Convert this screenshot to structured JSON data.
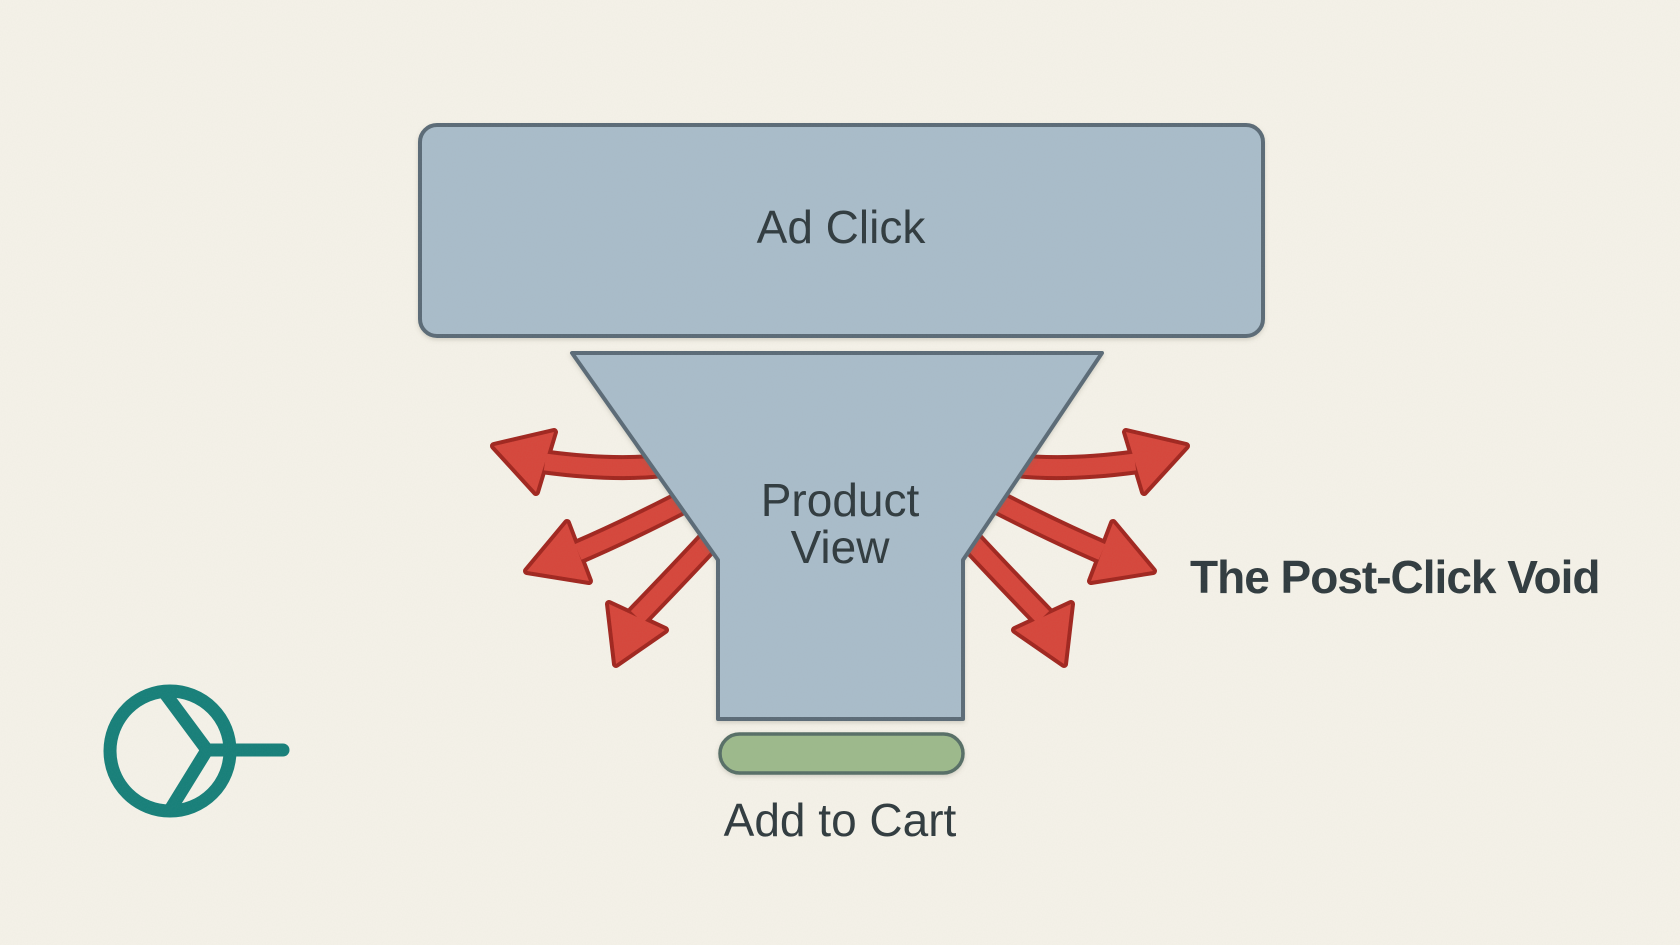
{
  "page": {
    "background_color": "#f5f2e9"
  },
  "funnel": {
    "stages": [
      {
        "id": "ad-click",
        "label": "Ad Click",
        "fill": "#a9bcca",
        "stroke": "#5a6b76"
      },
      {
        "id": "product-view",
        "label": "Product View",
        "label_lines": [
          "Product",
          "View"
        ],
        "fill": "#a9bcca",
        "stroke": "#5a6b76"
      },
      {
        "id": "add-to-cart",
        "label": "Add to Cart",
        "fill": "#9cb98b",
        "stroke": "#566e66"
      }
    ],
    "label_color": "#2f3a3e"
  },
  "annotation": {
    "label": "The Post-Click Void",
    "color": "#c5392f"
  },
  "leak_arrows": {
    "meaning": "visitors leaking out of funnel after product view",
    "fill": "#d6453a",
    "outline": "#a0251e",
    "left_count": 3,
    "right_count": 3
  },
  "logo": {
    "icon": "circle-branch-icon",
    "color": "#157f79"
  }
}
